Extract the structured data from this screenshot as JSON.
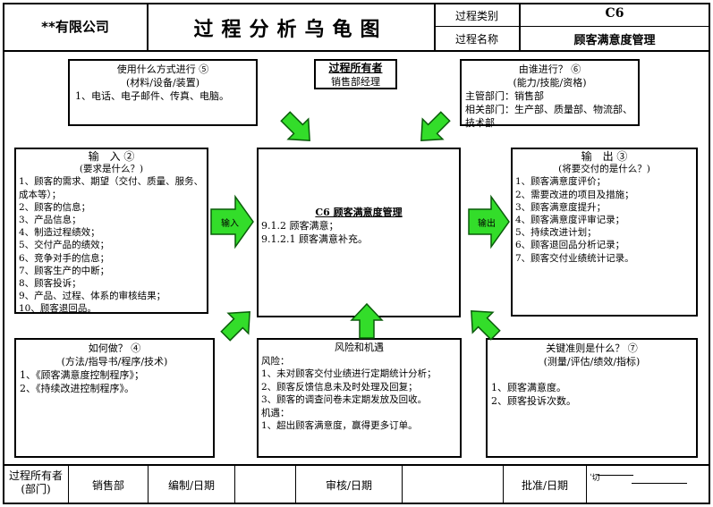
{
  "header": {
    "company": "**有限公司",
    "title": "过程分析乌龟图",
    "category_label": "过程类别",
    "category_value": "C6",
    "name_label": "过程名称",
    "name_value": "顾客满意度管理"
  },
  "method": {
    "title": "使用什么方式进行 ⑤",
    "subtitle": "(材料/设备/装置)",
    "items": [
      "1、电话、电子邮件、传真、电脑。"
    ]
  },
  "owner": {
    "title": "过程所有者",
    "value": "销售部经理"
  },
  "who": {
    "title": "由谁进行？ ⑥",
    "subtitle": "(能力/技能/资格)",
    "lines": [
      "主管部门：销售部",
      "相关部门：生产部、质量部、物流部、技术部"
    ]
  },
  "input": {
    "title": "输　入 ②",
    "subtitle": "(要求是什么？)",
    "items": [
      "1、顾客的需求、期望（交付、质量、服务、成本等）；",
      "2、顾客的信息；",
      "3、产品信息；",
      "4、制造过程绩效；",
      "5、交付产品的绩效；",
      "6、竞争对手的信息；",
      "7、顾客生产的中断；",
      "8、顾客投诉；",
      "9、产品、过程、体系的审核结果；",
      "10、顾客退回品。"
    ]
  },
  "center": {
    "title": "C6 顾客满意度管理",
    "lines": [
      "9.1.2 顾客满意；",
      "9.1.2.1 顾客满意补充。"
    ]
  },
  "output": {
    "title": "输　出 ③",
    "subtitle": "(将要交付的是什么？)",
    "items": [
      "1、顾客满意度评价；",
      "2、需要改进的项目及措施；",
      "3、顾客满意度提升；",
      "4、顾客满意度评审记录；",
      "5、持续改进计划；",
      "6、顾客退回品分析记录；",
      "7、顾客交付业绩统计记录。"
    ]
  },
  "arrows": {
    "input_label": "输入",
    "output_label": "输出"
  },
  "how": {
    "title": "如何做？ ④",
    "subtitle": "(方法/指导书/程序/技术)",
    "items": [
      "1、《顾客满意度控制程序》；",
      "2、《持续改进控制程序》。"
    ]
  },
  "risk": {
    "title": "风险和机遇",
    "lines": [
      "风险：",
      "1、未对顾客交付业绩进行定期统计分析；",
      "2、顾客反馈信息未及时处理及回复；",
      "3、顾客的调查问卷未定期发放及回收。",
      "机遇：",
      "1、超出顾客满意度，赢得更多订单。"
    ]
  },
  "kpi": {
    "title": "关键准则是什么？ ⑦",
    "subtitle": "(测量/评估/绩效/指标)",
    "items": [
      "1、顾客满意度。",
      "2、顾客投诉次数。"
    ]
  },
  "footer": {
    "owner_label": "过程所有者",
    "owner_label_sub": "(部门)",
    "owner_value": "销售部",
    "edit_label": "编制/日期",
    "review_label": "审核/日期",
    "approve_label": "批准/日期",
    "corner_mark": "ˈ切"
  },
  "colors": {
    "arrow_fill": "#33dd2a",
    "arrow_stroke": "#0a5c0a"
  }
}
